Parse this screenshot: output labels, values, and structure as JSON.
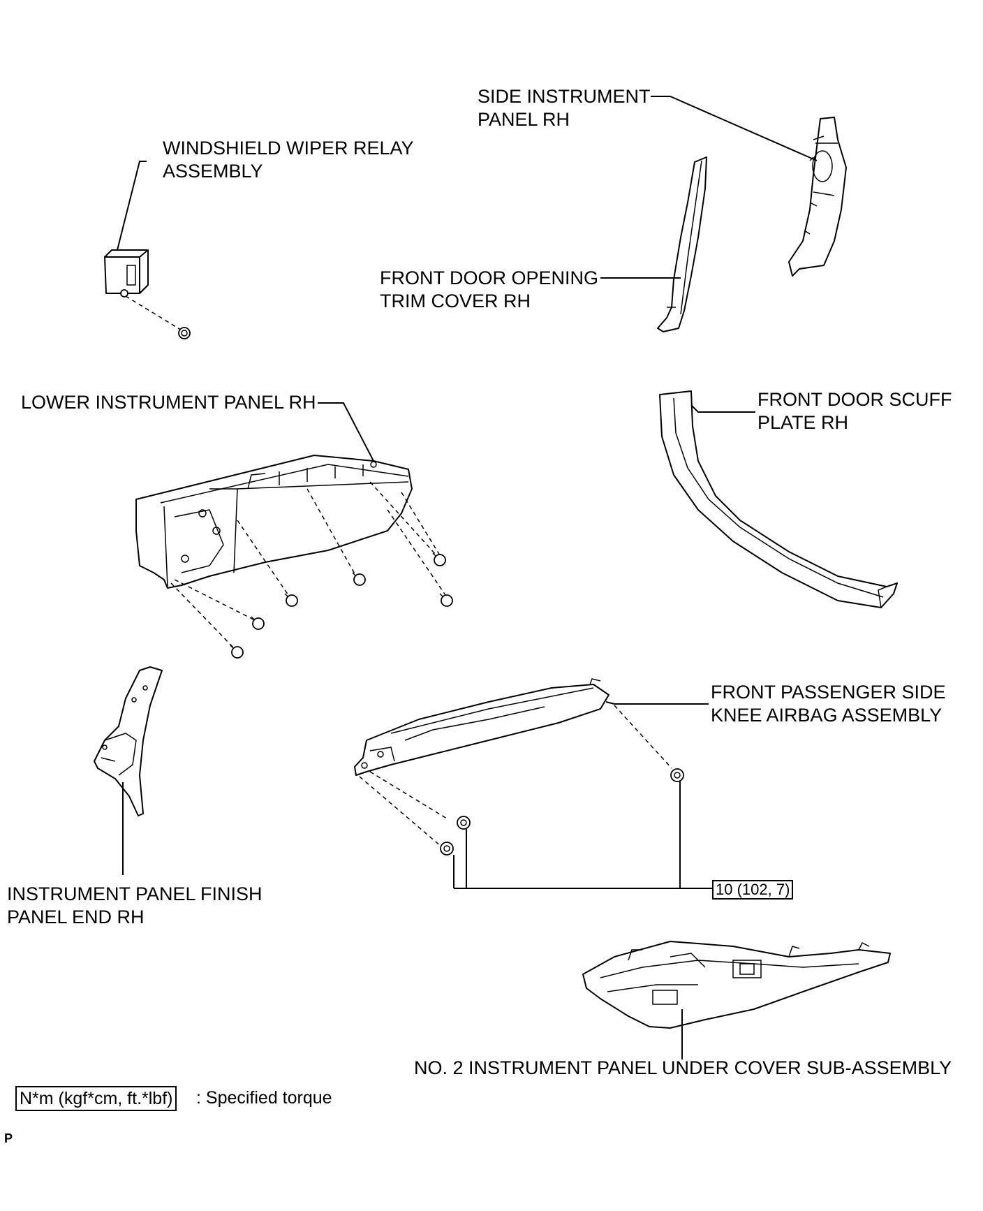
{
  "labels": {
    "windshield_wiper_relay": [
      "WINDSHIELD WIPER RELAY",
      "ASSEMBLY"
    ],
    "side_instrument_panel": [
      "SIDE INSTRUMENT",
      "PANEL RH"
    ],
    "front_door_opening_trim": [
      "FRONT DOOR OPENING",
      "TRIM COVER RH"
    ],
    "lower_instrument_panel": [
      "LOWER INSTRUMENT PANEL RH"
    ],
    "front_door_scuff_plate": [
      "FRONT DOOR SCUFF",
      "PLATE RH"
    ],
    "knee_airbag": [
      "FRONT PASSENGER SIDE",
      "KNEE AIRBAG ASSEMBLY"
    ],
    "finish_panel_end": [
      "INSTRUMENT PANEL FINISH",
      "PANEL END RH"
    ],
    "under_cover": [
      "NO. 2 INSTRUMENT PANEL UNDER COVER SUB-ASSEMBLY"
    ]
  },
  "torque_spec": "10 (102, 7)",
  "legend": {
    "box_text": "N*m (kgf*cm, ft.*lbf)",
    "description": ": Specified torque"
  },
  "corner_mark": "P"
}
